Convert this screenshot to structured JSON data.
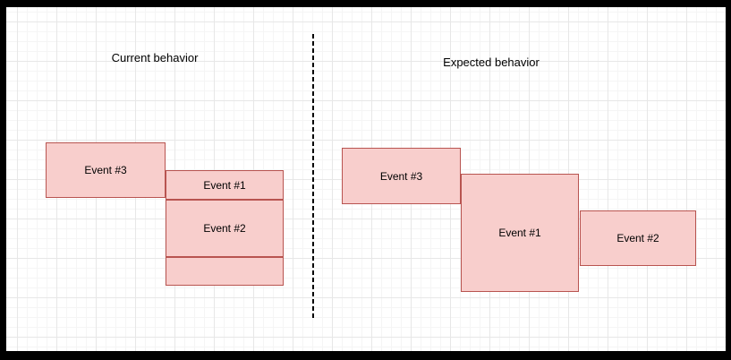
{
  "left_panel": {
    "title": "Current behavior",
    "events": [
      {
        "label": "Event #3"
      },
      {
        "label": "Event #1"
      },
      {
        "label": "Event #2"
      },
      {
        "label": ""
      }
    ]
  },
  "right_panel": {
    "title": "Expected behavior",
    "events": [
      {
        "label": "Event #3"
      },
      {
        "label": "Event #1"
      },
      {
        "label": "Event #2"
      }
    ]
  },
  "colors": {
    "canvas_background": "#ffffff",
    "frame": "#000000",
    "event_fill": "#f8cecc",
    "event_border": "#b85450",
    "divider": "#000000",
    "text": "#000000"
  }
}
